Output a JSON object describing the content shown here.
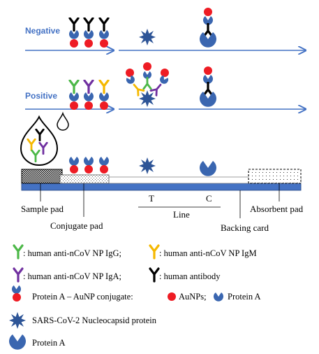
{
  "rows": {
    "negative_label": "Negative",
    "positive_label": "Positive"
  },
  "strip": {
    "sample_pad": "Sample pad",
    "conjugate_pad": "Conjugate pad",
    "test_line": "T",
    "control_line": "C",
    "line_label": "Line",
    "backing_card": "Backing card",
    "absorbent_pad": "Absorbent pad"
  },
  "legend": {
    "igg": ": human anti-nCoV NP IgG;",
    "igm": ": human anti-nCoV NP IgM",
    "iga": ": human anti-nCoV NP IgA;",
    "antibody": ": human antibody",
    "conjugate": "Protein A – AuNP conjugate:",
    "aunps": "AuNPs;",
    "protein_a_small": "Protein A",
    "np_protein": "SARS-CoV-2 Nucleocapsid protein",
    "protein_a": "Protein A"
  },
  "colors": {
    "arrow_blue": "#4472c4",
    "strip_blue": "#4472c4",
    "aunp_red": "#ee1c24",
    "igg_green": "#4cb848",
    "igm_yellow": "#f5b800",
    "iga_purple": "#7030a0",
    "antibody_black": "#000000",
    "protein_a_blue": "#3a66b0",
    "np_protein_blue": "#2e5597"
  }
}
